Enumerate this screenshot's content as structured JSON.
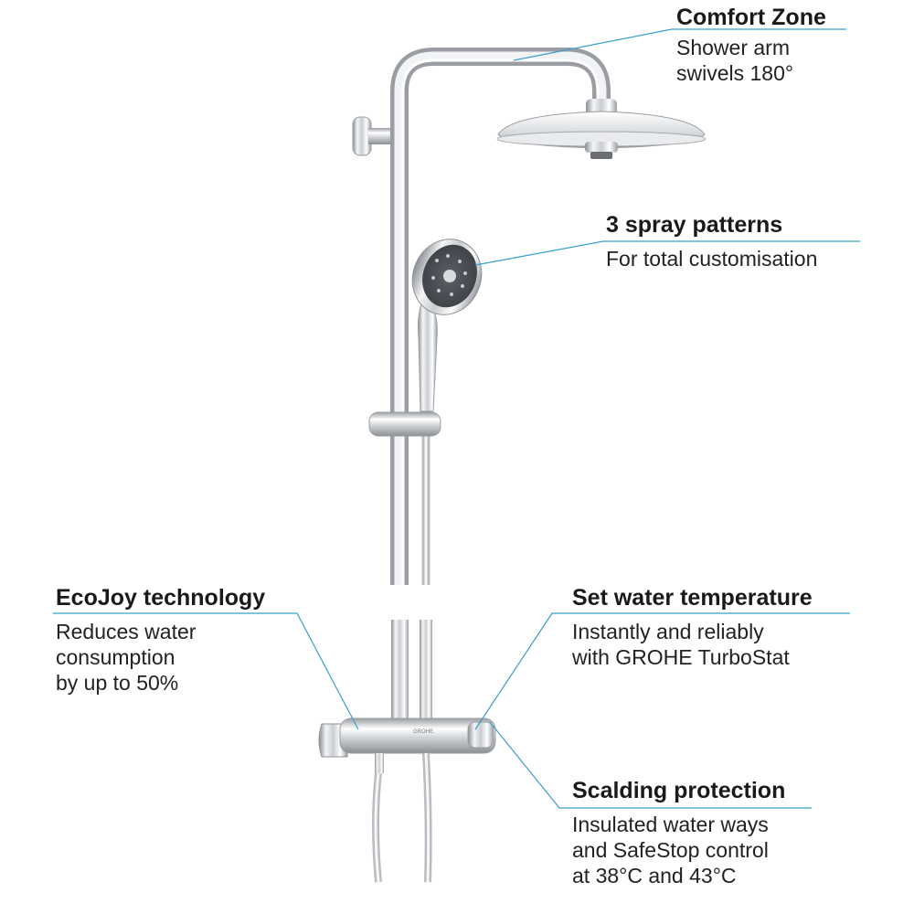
{
  "accent_color": "#3a9fc9",
  "callouts": {
    "comfort_zone": {
      "title": "Comfort Zone",
      "desc": [
        "Shower arm",
        "swivels 180°"
      ]
    },
    "spray_patterns": {
      "title": "3 spray patterns",
      "desc": [
        "For total customisation"
      ]
    },
    "ecojoy": {
      "title": "EcoJoy technology",
      "desc": [
        "Reduces water",
        "consumption",
        "by up to 50%"
      ]
    },
    "water_temperature": {
      "title": "Set water temperature",
      "desc": [
        "Instantly and reliably",
        "with GROHE TurboStat"
      ]
    },
    "scalding": {
      "title": "Scalding protection",
      "desc": [
        "Insulated water ways",
        "and SafeStop control",
        "at 38°C and 43°C"
      ]
    }
  },
  "product": {
    "logo_text": "GROHE"
  }
}
